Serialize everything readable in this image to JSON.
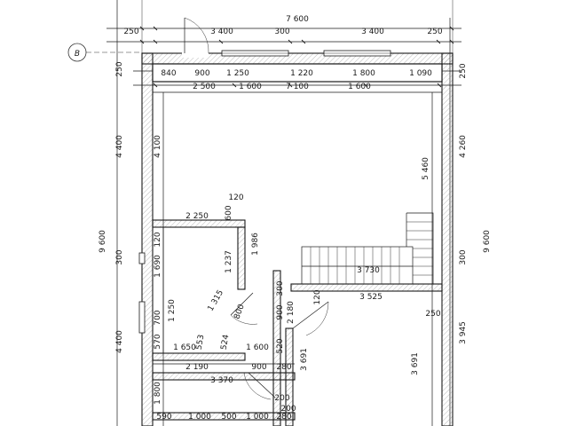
{
  "axis_label": "B",
  "dimensions": {
    "top_total": "7 600",
    "top_250_left": "250",
    "top_3400_left": "3 400",
    "top_300": "300",
    "top_3400_right": "3 400",
    "top_250_right": "250",
    "row2_840": "840",
    "row2_900": "900",
    "row2_1250": "1 250",
    "row2_1220": "1 220",
    "row2_1800": "1 800",
    "row2_1090": "1 090",
    "row3_2500": "2 500",
    "row3_1600a": "1 600",
    "row3_7100": "7 100",
    "row3_1600b": "1 600",
    "left_250": "250",
    "left_4400_top": "4 400",
    "left_9600": "9 600",
    "left_300": "300",
    "left_4400_bottom": "4 400",
    "inner_4100": "4 100",
    "right_250_top": "250",
    "right_4260": "4 260",
    "right_9600": "9 600",
    "right_300": "300",
    "right_3945": "3 945",
    "right_250_mid": "250",
    "inner_5460": "5 460",
    "d_2250": "2 250",
    "d_120a": "120",
    "d_600": "600",
    "d_120b": "120",
    "d_1986": "1 986",
    "d_1690": "1 690",
    "d_1237": "1 237",
    "d_1315": "1 315",
    "d_800": "800",
    "d_700": "700",
    "d_1250v": "1 250",
    "d_570": "570",
    "d_1650": "1 650",
    "d_553": "553",
    "d_524": "524",
    "d_1600": "1 600",
    "d_3730": "3 730",
    "d_300s": "300",
    "d_120c": "120",
    "d_3525": "3 525",
    "d_900v": "900",
    "d_2180": "2 180",
    "d_520": "520",
    "d_2190": "2 190",
    "d_900h": "900",
    "d_280a": "280",
    "d_3691a": "3 691",
    "d_3691b": "3 691",
    "d_3370": "3 370",
    "d_200a": "200",
    "d_200b": "200",
    "d_1800v": "1 800",
    "d_590": "590",
    "d_1000a": "1 000",
    "d_500": "500",
    "d_1000b": "1 000",
    "d_280b": "280"
  }
}
